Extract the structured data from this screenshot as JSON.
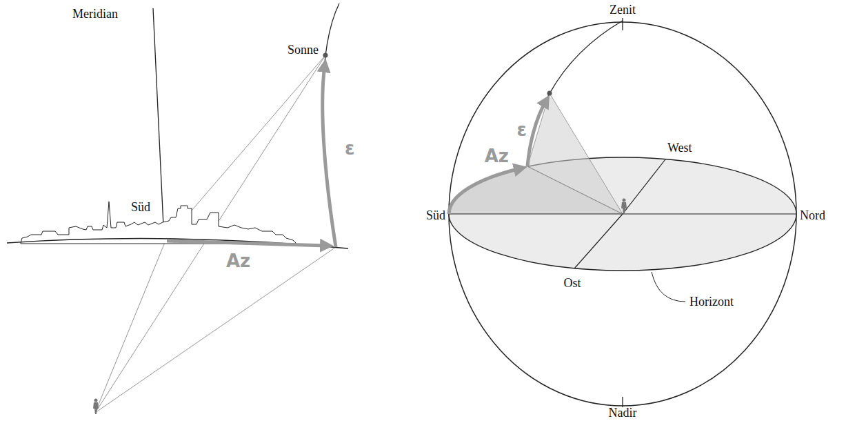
{
  "diagram": {
    "labels": [
      "Meridian",
      "Sonne",
      "ε",
      "Süd",
      "Az",
      "Zenit",
      "ε",
      "Az",
      "West",
      "Süd",
      "Nord",
      "Ost",
      "Horizont",
      "Nadir"
    ]
  }
}
